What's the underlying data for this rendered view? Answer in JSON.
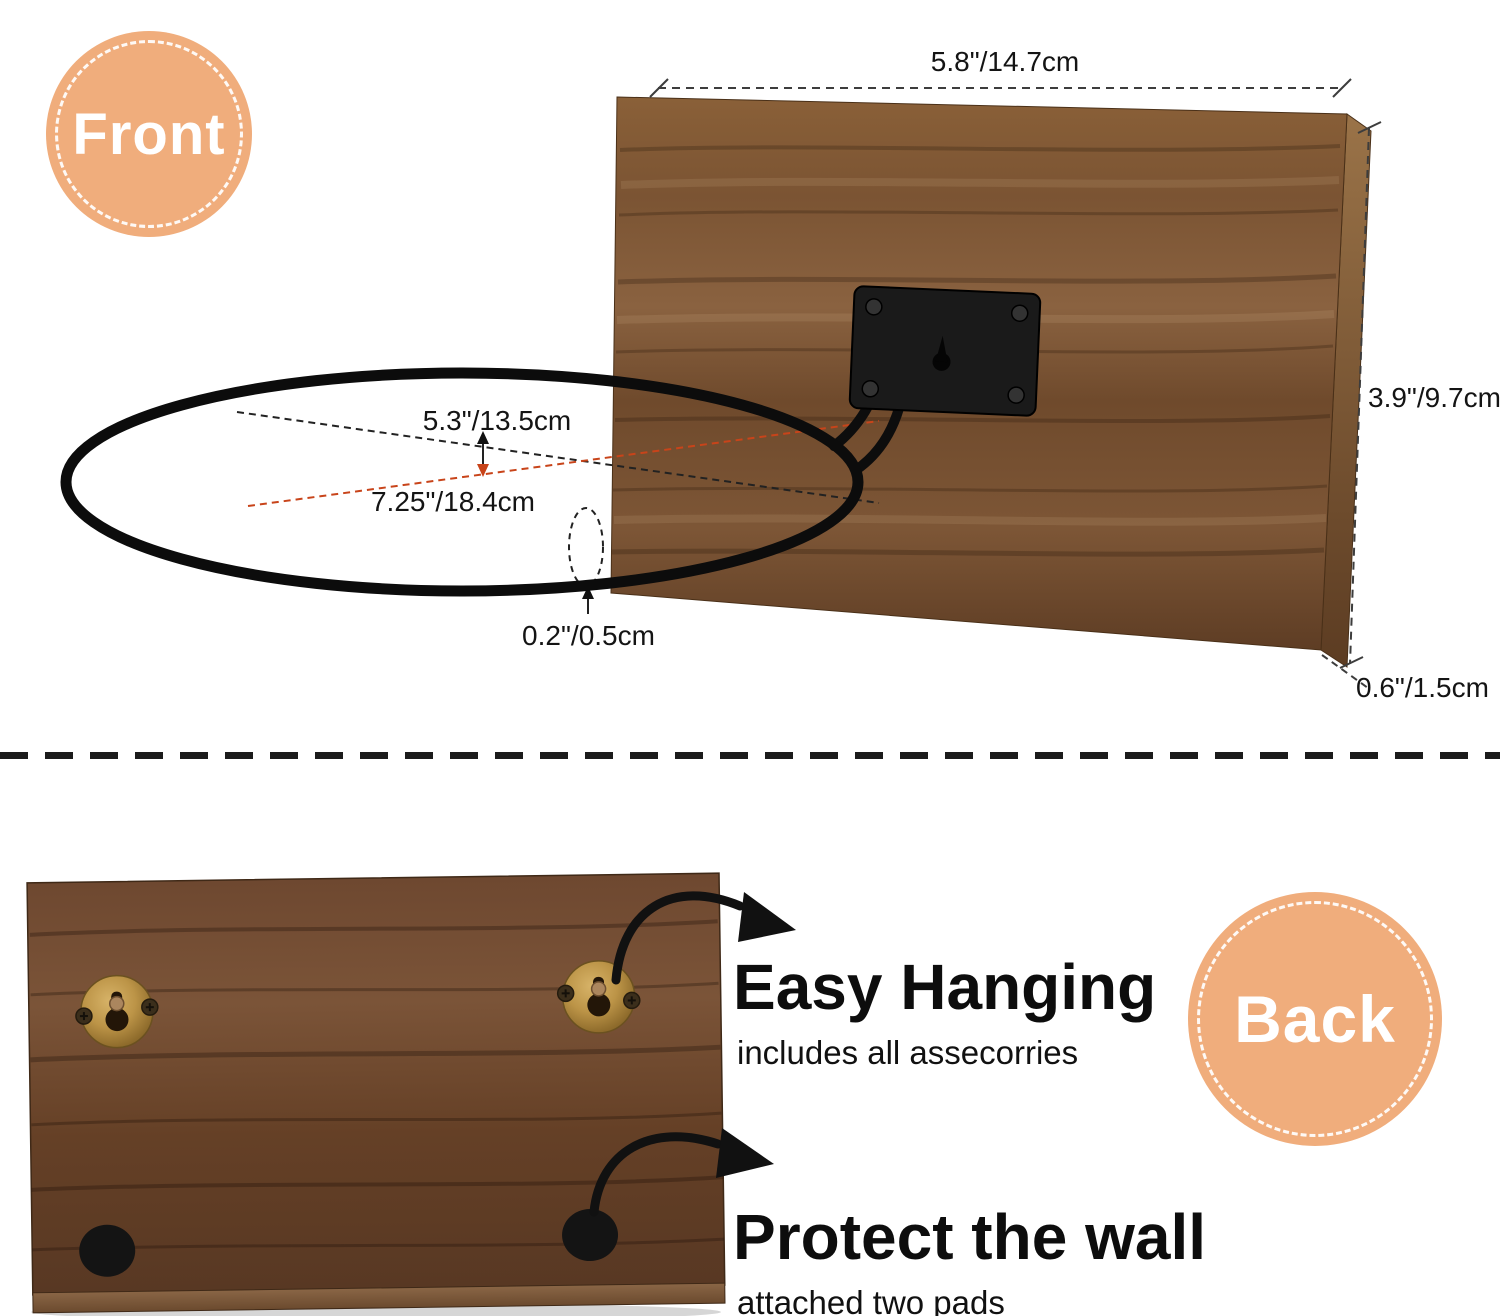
{
  "page": {
    "type": "product-dimension-infographic"
  },
  "front": {
    "badge_label": "Front",
    "dims": {
      "width": "5.8\"/14.7cm",
      "height": "3.9\"/9.7cm",
      "thickness": "0.6\"/1.5cm",
      "ring_front_width": "5.3\"/13.5cm",
      "ring_diameter": "7.25\"/18.4cm",
      "wire_thickness": "0.2\"/0.5cm"
    }
  },
  "back": {
    "badge_label": "Back",
    "features": {
      "hanging_title": "Easy Hanging",
      "hanging_sub": "includes all assecorries",
      "protect_title": "Protect the wall",
      "protect_sub": "attached two pads"
    }
  },
  "colors": {
    "badge_peach": "#f0ad7c",
    "accent_red": "#c8441a",
    "wood_mid": "#7b5433",
    "wood_dark": "#5e3d24",
    "metal_black": "#141414",
    "brass": "#bc9447"
  },
  "icons": {
    "curved_arrow": "solid black curved arrow",
    "keyhole_hanger": "brass keyhole wall bracket",
    "wall_pad": "round black protective pad",
    "screw": "phillips screw head"
  }
}
